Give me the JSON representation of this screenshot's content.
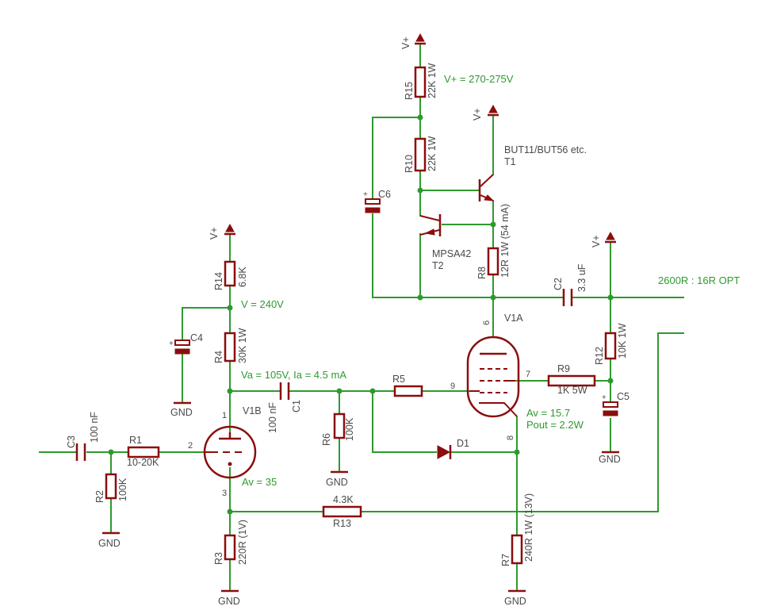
{
  "components": {
    "r1": {
      "name": "R1",
      "value": "10-20K"
    },
    "r2": {
      "name": "R2",
      "value": "100K"
    },
    "r3": {
      "name": "R3",
      "value": "220R (1V)"
    },
    "r4": {
      "name": "R4",
      "value": "30K 1W"
    },
    "r5": {
      "name": "R5"
    },
    "r6": {
      "name": "R6",
      "value": "100K"
    },
    "r7": {
      "name": "R7",
      "value": "240R 1W (13V)"
    },
    "r8": {
      "name": "R8",
      "value": "12R 1W (54 mA)"
    },
    "r9": {
      "name": "R9",
      "value": "1K 5W"
    },
    "r10": {
      "name": "R10",
      "value": "22K 1W"
    },
    "r12": {
      "name": "R12",
      "value": "10K 1W"
    },
    "r13": {
      "name": "R13",
      "value": "4.3K"
    },
    "r14": {
      "name": "R14",
      "value": "6.8K"
    },
    "r15": {
      "name": "R15",
      "value": "22K 1W"
    },
    "c1": {
      "name": "C1",
      "value": "100 nF"
    },
    "c2": {
      "name": "C2",
      "value": "3.3 uF"
    },
    "c3": {
      "name": "C3",
      "value": "100 nF"
    },
    "c4": {
      "name": "C4"
    },
    "c5": {
      "name": "C5"
    },
    "c6": {
      "name": "C6"
    },
    "d1": {
      "name": "D1"
    },
    "t1": {
      "name": "T1",
      "value": "BUT11/BUT56 etc."
    },
    "t2": {
      "name": "T2",
      "value": "MPSA42"
    },
    "v1a": {
      "name": "V1A"
    },
    "v1b": {
      "name": "V1B"
    }
  },
  "supplies": {
    "vplus": "V+",
    "gnd": "GND"
  },
  "notes": {
    "vplus_range": "V+ = 270-275V",
    "v_node": "V = 240V",
    "va_ia": "Va = 105V, Ia = 4.5 mA",
    "av_v1b": "Av = 35",
    "av_v1a": "Av = 15.7",
    "pout": "Pout = 2.2W",
    "opt": "2600R : 16R OPT"
  },
  "pins": {
    "v1b_plate": "1",
    "v1b_grid": "2",
    "v1b_cathode": "3",
    "v1a_plate": "6",
    "v1a_screen": "7",
    "v1a_cathode": "8",
    "v1a_grid": "9"
  },
  "colors": {
    "wire": "#2e9a2e",
    "component": "#8b0d0d",
    "label": "#4a4a4a"
  }
}
